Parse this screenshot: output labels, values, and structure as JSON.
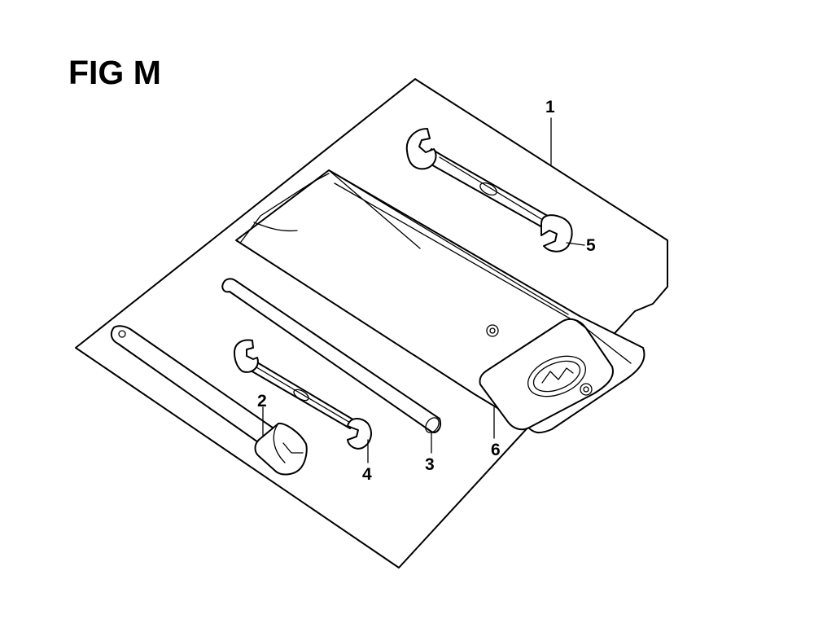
{
  "figure": {
    "title": "FIG M"
  },
  "callouts": [
    {
      "id": "1",
      "label": "1"
    },
    {
      "id": "2",
      "label": "2"
    },
    {
      "id": "3",
      "label": "3"
    },
    {
      "id": "4",
      "label": "4"
    },
    {
      "id": "5",
      "label": "5"
    },
    {
      "id": "6",
      "label": "6"
    }
  ],
  "colors": {
    "line": "#000000",
    "background": "#ffffff"
  }
}
